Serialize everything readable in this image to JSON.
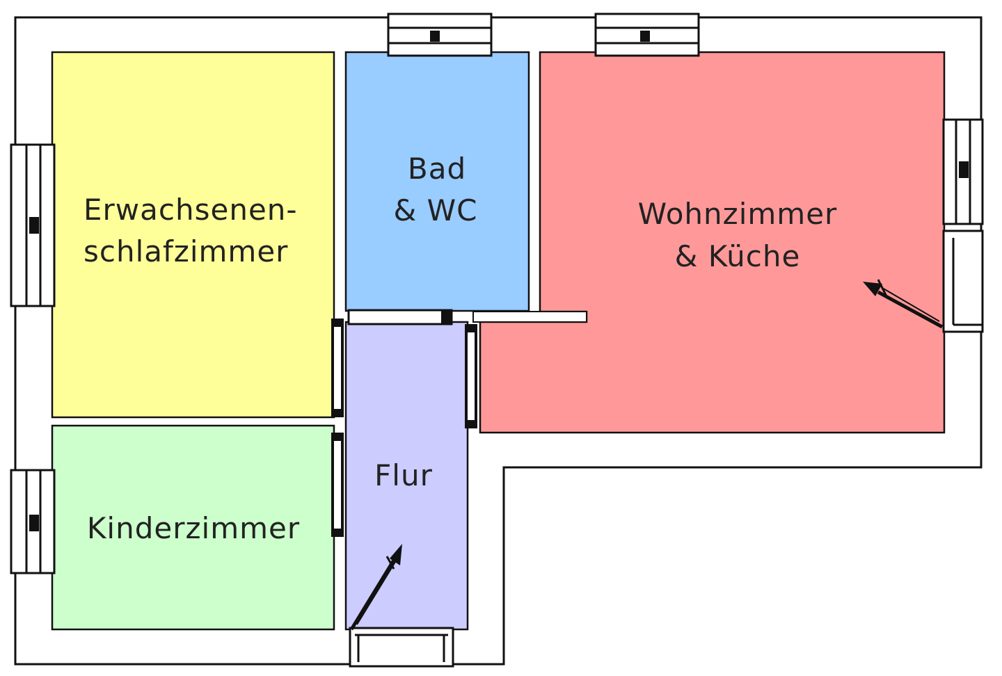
{
  "colors": {
    "wall": "#111111",
    "background": "#ffffff",
    "bedroom": "#ffff99",
    "bath": "#99ccff",
    "living": "#ff9999",
    "hall": "#ccccff",
    "kids": "#ccffcc"
  },
  "rooms": {
    "bedroom": {
      "line1": "Erwachsenen-",
      "line2": "schlafzimmer"
    },
    "bath": {
      "line1": "Bad",
      "line2": "& WC"
    },
    "living": {
      "line1": "Wohnzimmer",
      "line2": "& Küche"
    },
    "hall": {
      "line1": "Flur"
    },
    "kids": {
      "line1": "Kinderzimmer"
    }
  },
  "symbols": {
    "entrance_arrow": "arrow-icon",
    "balcony_arrow": "arrow-icon"
  }
}
